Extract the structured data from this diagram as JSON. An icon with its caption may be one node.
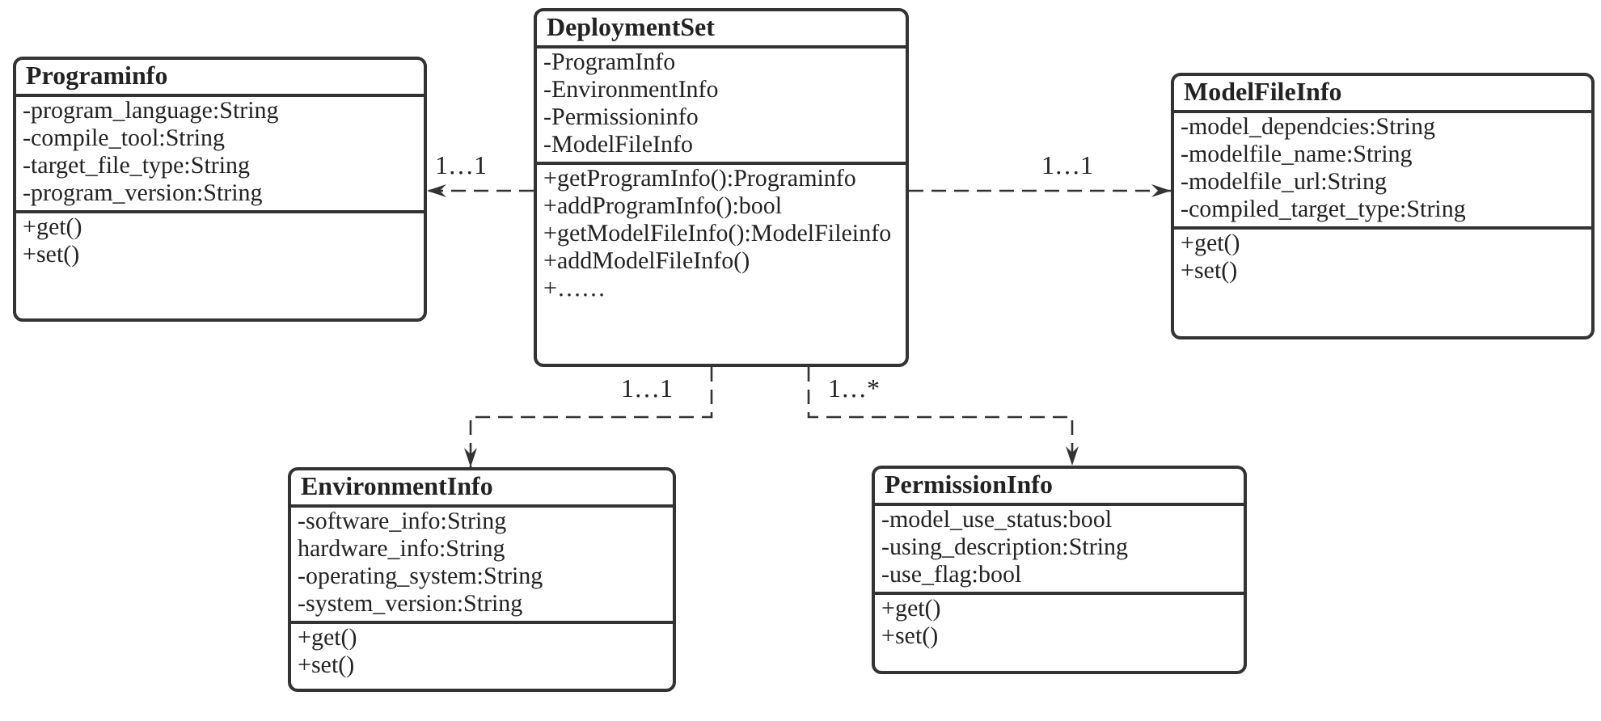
{
  "diagram": {
    "nodes": [
      {
        "text": [
          "DeploymentSet",
          "-ProgramInfo -EnvironmentInfo -Permissioninfo -ModelFileInfo",
          "+getProgramInfo():Programinfo +addProgramInfo():bool +getModelFileInfo():ModelFileinfo +addModelFileInfo() +……"
        ]
      },
      {
        "text": [
          "Programinfo",
          "-program_language:String -compile_tool:String -target_file_type:String -program_version:String",
          "+get() +set()"
        ]
      },
      {
        "text": [
          "ModelFileInfo",
          "-model_dependcies:String -modelfile_name:String -modelfile_url:String -compiled_target_type:String",
          "+get() +set()"
        ]
      },
      {
        "text": [
          "EnvironmentInfo",
          "-software_info:String hardware_info:String -operating_system:String -system_version:String",
          "+get() +set()"
        ]
      },
      {
        "text": [
          "PermissionInfo",
          "-model_use_status:bool -using_description:String -use_flag:bool",
          "+get() +set()"
        ]
      }
    ],
    "edges": [
      {
        "from": 0,
        "to": 1,
        "arrow": "to",
        "label": "1…1",
        "style": "dashed"
      },
      {
        "from": 0,
        "to": 2,
        "arrow": "to",
        "label": "1…1",
        "style": "dashed"
      },
      {
        "from": 0,
        "to": 3,
        "arrow": "to",
        "label": "1…1",
        "style": "dashed"
      },
      {
        "from": 0,
        "to": 4,
        "arrow": "to",
        "label": "1…*",
        "style": "dashed"
      }
    ]
  }
}
